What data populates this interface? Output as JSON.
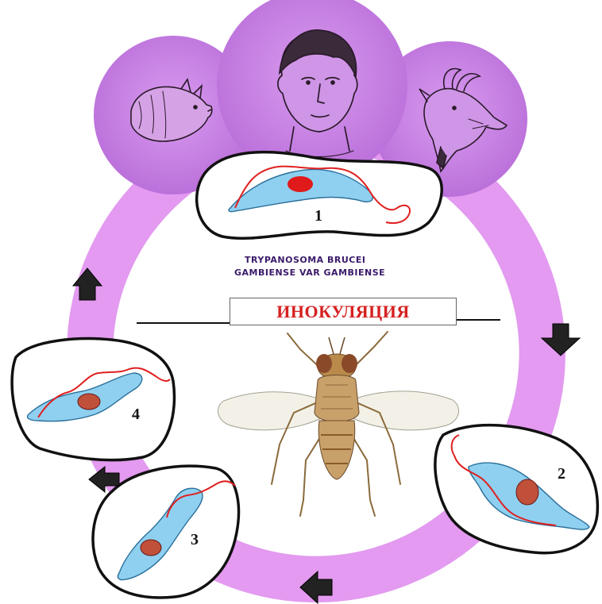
{
  "title": "ИНОКУЛЯЦИЯ",
  "caption": {
    "line1": "TRYPANOSOMA BRUCEI",
    "line2": "GAMBIENSE VAR GAMBIENSE"
  },
  "hosts": [
    "pig",
    "human",
    "goat"
  ],
  "vector": "tsetse fly",
  "stages": [
    {
      "number": "1"
    },
    {
      "number": "2"
    },
    {
      "number": "3"
    },
    {
      "number": "4"
    }
  ],
  "colors": {
    "ring": "#e39af0",
    "host_circles": "#c77fe0",
    "cell_body": "#8fd0f0",
    "flagellum": "#e02020",
    "nucleus": "#e01a1a",
    "title_text": "#d62020",
    "arrows": "#222222"
  }
}
